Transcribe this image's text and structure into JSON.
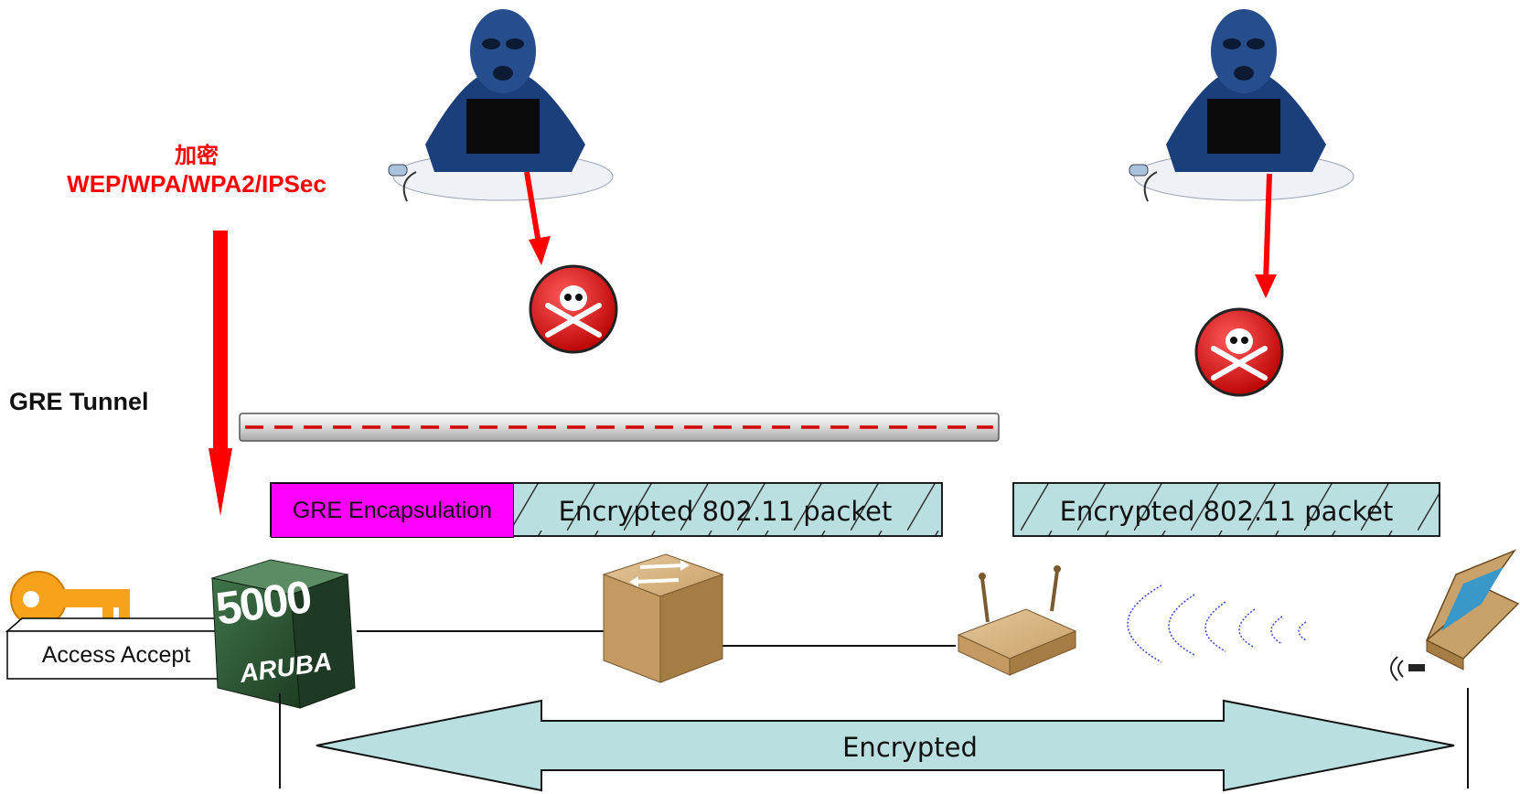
{
  "encryption": {
    "title": "加密",
    "protocols": "WEP/WPA/WPA2/IPSec"
  },
  "tunnel": {
    "label": "GRE Tunnel"
  },
  "packets": {
    "gre_encapsulation": "GRE Encapsulation",
    "wired_packet": "Encrypted 802.11 packet",
    "wireless_packet": "Encrypted 802.11 packet"
  },
  "controller": {
    "model": "5000",
    "brand": "ARUBA"
  },
  "auth": {
    "access_accept": "Access Accept"
  },
  "path": {
    "label": "Encrypted"
  },
  "colors": {
    "alert_red": "#ff0000",
    "packet_fill": "#b9dfe0",
    "gre_magenta": "#ff00ff",
    "key_orange": "#f7a21b",
    "controller_green": "#2f5a35"
  },
  "icons": [
    "hacker-icon",
    "skull-crossbones-icon",
    "key-icon",
    "switch-icon",
    "access-point-icon",
    "laptop-icon",
    "wireless-signal-icon"
  ]
}
